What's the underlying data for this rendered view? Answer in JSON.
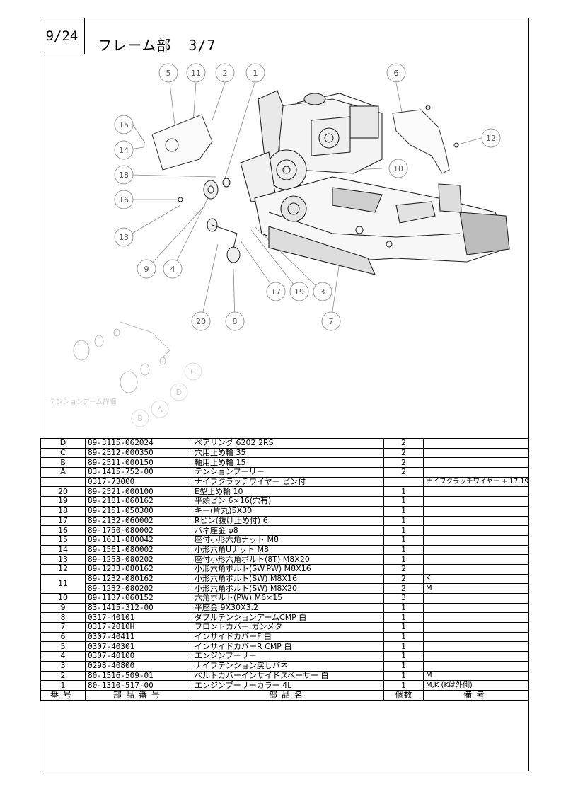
{
  "header": {
    "page_number": "9/24",
    "title": "フレーム部",
    "subtitle": "3/7"
  },
  "diagram": {
    "callouts": [
      "5",
      "11",
      "2",
      "1",
      "6",
      "15",
      "14",
      "12",
      "10",
      "18",
      "16",
      "13",
      "9",
      "4",
      "17",
      "19",
      "3",
      "20",
      "8",
      "7"
    ],
    "detail_callouts": [
      "C",
      "D",
      "A",
      "B"
    ],
    "detail_label": "テンションアーム詳細"
  },
  "table": {
    "headers": {
      "num": "番号",
      "code": "部品番号",
      "name": "部品名",
      "qty": "個数",
      "remark": "備考"
    },
    "rows": [
      {
        "num": "D",
        "code": "89-3115-062024",
        "name": "ベアリング 6202 2RS",
        "qty": "2",
        "remark": ""
      },
      {
        "num": "C",
        "code": "89-2512-000350",
        "name": "穴用止め輪 35",
        "qty": "2",
        "remark": ""
      },
      {
        "num": "B",
        "code": "89-2511-000150",
        "name": "軸用止め輪 15",
        "qty": "2",
        "remark": ""
      },
      {
        "num": "A",
        "code": "83-1415-752-00",
        "name": "テンションプーリー",
        "qty": "2",
        "remark": ""
      },
      {
        "num": "",
        "code": "0317-73000",
        "name": "ナイフクラッチワイヤー ピン付",
        "qty": "",
        "remark": "ナイフクラッチワイヤー + 17,19"
      },
      {
        "num": "20",
        "code": "89-2521-000100",
        "name": "E型止め輪 10",
        "qty": "1",
        "remark": ""
      },
      {
        "num": "19",
        "code": "89-2181-060162",
        "name": "平頭ピン 6×16(穴有)",
        "qty": "1",
        "remark": ""
      },
      {
        "num": "18",
        "code": "89-2151-050300",
        "name": "キー(片丸)5X30",
        "qty": "1",
        "remark": ""
      },
      {
        "num": "17",
        "code": "89-2132-060002",
        "name": "Rピン(抜け止め付) 6",
        "qty": "1",
        "remark": ""
      },
      {
        "num": "16",
        "code": "89-1750-080002",
        "name": "バネ座金 φ8",
        "qty": "1",
        "remark": ""
      },
      {
        "num": "15",
        "code": "89-1631-080042",
        "name": "座付小形六角ナット M8",
        "qty": "1",
        "remark": ""
      },
      {
        "num": "14",
        "code": "89-1561-080002",
        "name": "小形六角Uナット M8",
        "qty": "1",
        "remark": ""
      },
      {
        "num": "13",
        "code": "89-1253-080202",
        "name": "座付小形六角ボルト(8T) M8X20",
        "qty": "1",
        "remark": ""
      },
      {
        "num": "12",
        "code": "89-1233-080162",
        "name": "小形六角ボルト(SW.PW) M8X16",
        "qty": "2",
        "remark": ""
      },
      {
        "num": "11",
        "code": "89-1232-080162",
        "name": "小形六角ボルト(SW) M8X16",
        "qty": "2",
        "remark": "K"
      },
      {
        "num": "",
        "code": "89-1232-080202",
        "name": "小形六角ボルト(SW) M8X20",
        "qty": "2",
        "remark": "M"
      },
      {
        "num": "10",
        "code": "89-1137-060152",
        "name": "六角ボルト(PW) M6×15",
        "qty": "3",
        "remark": ""
      },
      {
        "num": "9",
        "code": "83-1415-312-00",
        "name": "平座金 9X30X3.2",
        "qty": "1",
        "remark": ""
      },
      {
        "num": "8",
        "code": "0317-40101",
        "name": "ダブルテンションアームCMP 白",
        "qty": "1",
        "remark": ""
      },
      {
        "num": "7",
        "code": "0317-2010H",
        "name": "フロントカバー ガンメタ",
        "qty": "1",
        "remark": ""
      },
      {
        "num": "6",
        "code": "0307-40411",
        "name": "インサイドカバーF 白",
        "qty": "1",
        "remark": ""
      },
      {
        "num": "5",
        "code": "0307-40301",
        "name": "インサイドカバーR CMP 白",
        "qty": "1",
        "remark": ""
      },
      {
        "num": "4",
        "code": "0307-40100",
        "name": "エンジンプーリー",
        "qty": "1",
        "remark": ""
      },
      {
        "num": "3",
        "code": "0298-40800",
        "name": "ナイフテンション戻しバネ",
        "qty": "1",
        "remark": ""
      },
      {
        "num": "2",
        "code": "80-1516-509-01",
        "name": "ベルトカバーインサイドスペーサー 白",
        "qty": "1",
        "remark": "M"
      },
      {
        "num": "1",
        "code": "80-1310-517-00",
        "name": "エンジンプーリーカラー 4L",
        "qty": "1",
        "remark": "M,K (Kは外側)"
      }
    ]
  }
}
